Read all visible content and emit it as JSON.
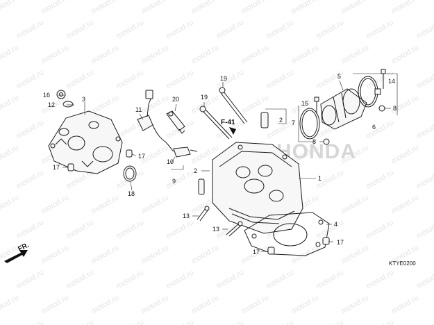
{
  "watermark": "motod.ru",
  "brand_logo": "HONDA",
  "diagram_code": "KTYE0200",
  "direction_label": "FR.",
  "ref_label": "F-41",
  "labels": {
    "l1": "1",
    "l2": "2",
    "l3": "3",
    "l4": "4",
    "l5": "5",
    "l6": "6",
    "l7": "7",
    "l8a": "8",
    "l8b": "8",
    "l9": "9",
    "l10": "10",
    "l11": "11",
    "l12": "12",
    "l13a": "13",
    "l13b": "13",
    "l14": "14",
    "l15": "15",
    "l16": "16",
    "l17a": "17",
    "l17b": "17",
    "l17c": "17",
    "l17d": "17",
    "l18": "18",
    "l19a": "19",
    "l19b": "19",
    "l20": "20"
  },
  "icons": [
    "arrow-fr-icon"
  ]
}
